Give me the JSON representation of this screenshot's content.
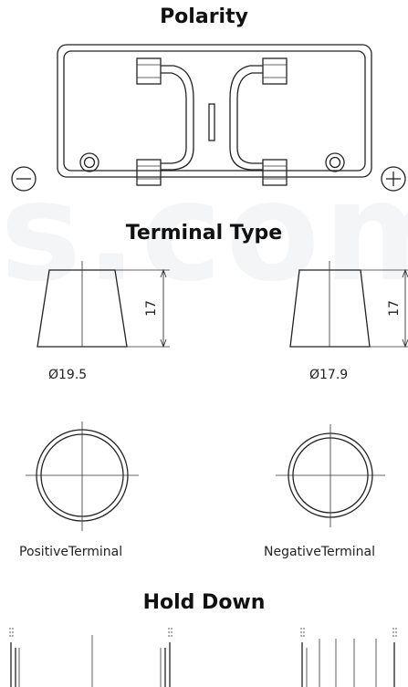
{
  "watermark": "s.com",
  "sections": {
    "polarity_title": "Polarity",
    "terminal_type_title": "Terminal Type",
    "hold_down_title": "Hold Down"
  },
  "polarity": {
    "negative_symbol": "−",
    "positive_symbol": "+"
  },
  "terminals": {
    "positive": {
      "height": "17",
      "diameter": "Ø19.5",
      "label": "PositiveTerminal"
    },
    "negative": {
      "height": "17",
      "diameter": "Ø17.9",
      "label": "NegativeTerminal"
    }
  }
}
